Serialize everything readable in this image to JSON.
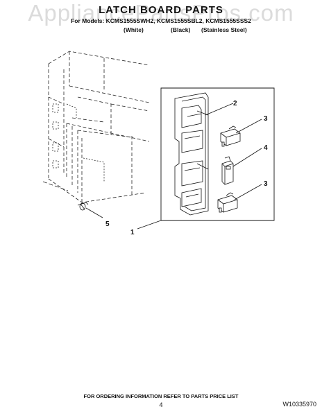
{
  "watermark": "AppliancePartsPros.com",
  "title": "LATCH BOARD PARTS",
  "models_line": "For Models: KCMS1555SWH2, KCMS1555SBL2, KCMS1555SSS2",
  "colors": [
    "(White)",
    "(Black)",
    "(Stainless Steel)"
  ],
  "callouts": [
    "1",
    "2",
    "3",
    "4",
    "3",
    "5"
  ],
  "footer_note": "FOR ORDERING INFORMATION REFER TO PARTS PRICE LIST",
  "page_number": "4",
  "doc_number": "W10335970"
}
